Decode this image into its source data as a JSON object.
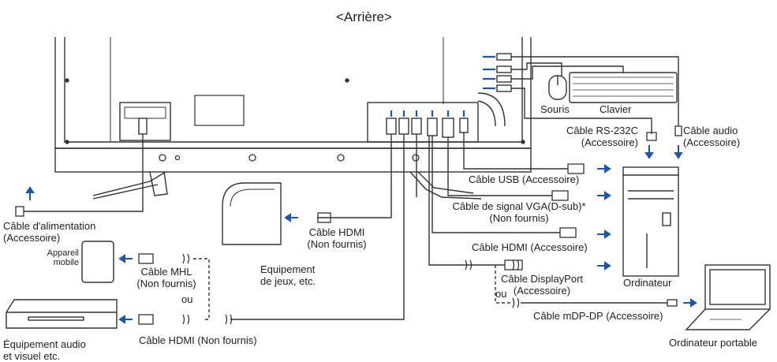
{
  "title": "<Arrière>",
  "labels": {
    "souris": "Souris",
    "clavier": "Clavier",
    "rs232_1": "Câble RS-232C",
    "rs232_2": "(Accessoire)",
    "audio_1": "Câble audio",
    "audio_2": "(Accessoire)",
    "usb": "Câble USB (Accessoire)",
    "vga_1": "Câble de signal VGA(D-sub)*",
    "vga_2": "(Non fournis)",
    "hdmi_pc_1": "Câble HDMI (Accessoire)",
    "dp_1": "Câble DisplayPort",
    "dp_2": "(Accessoire)",
    "ou_right": "ou",
    "mdp": "Câble mDP-DP (Accessoire)",
    "ordinateur": "Ordinateur",
    "portable": "Ordinateur portable",
    "power_1": "Câble d'alimentation",
    "power_2": "(Accessoire)",
    "hdmi_game_1": "Câble HDMI",
    "hdmi_game_2": "(Non fournis)",
    "game_1": "Equipement",
    "game_2": "de jeux, etc.",
    "mobile_1": "Appareil",
    "mobile_2": "mobile",
    "mhl_1": "Câble MHL",
    "mhl_2": "(Non fournis)",
    "ou_left": "ou",
    "hdmi_av": "Câble HDMI (Non fournis)",
    "av_1": "Équipement audio",
    "av_2": "et visuel etc."
  }
}
